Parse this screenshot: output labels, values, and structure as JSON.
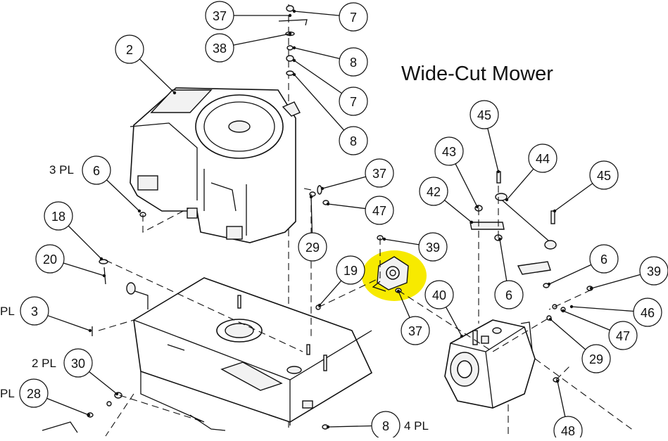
{
  "title": "Wide-Cut Mower",
  "highlight_color": "#f7ea00",
  "callouts": [
    {
      "id": "c37a",
      "label": "37"
    },
    {
      "id": "c7a",
      "label": "7"
    },
    {
      "id": "c38",
      "label": "38"
    },
    {
      "id": "c8a",
      "label": "8"
    },
    {
      "id": "c2",
      "label": "2"
    },
    {
      "id": "c7b",
      "label": "7"
    },
    {
      "id": "c8b",
      "label": "8"
    },
    {
      "id": "c6a",
      "label": "6"
    },
    {
      "id": "c37b",
      "label": "37"
    },
    {
      "id": "c47a",
      "label": "47"
    },
    {
      "id": "c18",
      "label": "18"
    },
    {
      "id": "c29a",
      "label": "29"
    },
    {
      "id": "c39a",
      "label": "39"
    },
    {
      "id": "c20",
      "label": "20"
    },
    {
      "id": "c19",
      "label": "19"
    },
    {
      "id": "c3",
      "label": "3"
    },
    {
      "id": "c37c",
      "label": "37"
    },
    {
      "id": "c30",
      "label": "30"
    },
    {
      "id": "c28",
      "label": "28"
    },
    {
      "id": "c8c",
      "label": "8"
    },
    {
      "id": "c45a",
      "label": "45"
    },
    {
      "id": "c43",
      "label": "43"
    },
    {
      "id": "c44",
      "label": "44"
    },
    {
      "id": "c42",
      "label": "42"
    },
    {
      "id": "c45b",
      "label": "45"
    },
    {
      "id": "c6b",
      "label": "6"
    },
    {
      "id": "c6c",
      "label": "6"
    },
    {
      "id": "c40",
      "label": "40"
    },
    {
      "id": "c39b",
      "label": "39"
    },
    {
      "id": "c46",
      "label": "46"
    },
    {
      "id": "c47b",
      "label": "47"
    },
    {
      "id": "c29b",
      "label": "29"
    },
    {
      "id": "c48",
      "label": "48"
    }
  ],
  "placement_labels": [
    {
      "id": "pl3pl6",
      "text": "3 PL"
    },
    {
      "id": "plpl3",
      "text": "PL"
    },
    {
      "id": "pl2pl30",
      "text": "2 PL"
    },
    {
      "id": "plpl28",
      "text": "PL"
    },
    {
      "id": "pl4pl8",
      "text": "4 PL"
    }
  ]
}
